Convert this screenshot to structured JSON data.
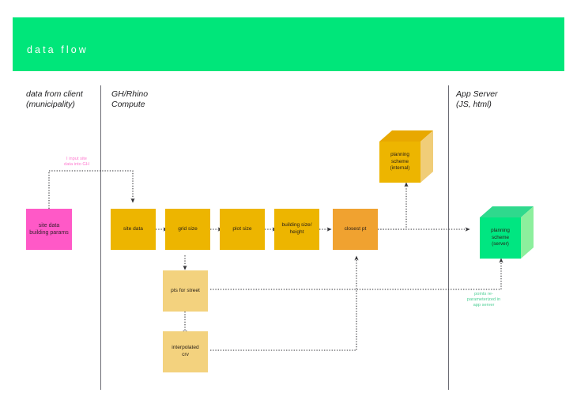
{
  "header": {
    "title": "data flow",
    "bar_color": "#00e67a",
    "title_color": "#ffffff"
  },
  "lanes": [
    {
      "id": "client",
      "caption": "data from client\n(municipality)"
    },
    {
      "id": "gh_rhino",
      "caption": "GH/Rhino\nCompute"
    },
    {
      "id": "app_server",
      "caption": "App Server\n(JS, html)"
    }
  ],
  "nodes": [
    {
      "id": "site-data-building-params",
      "label": "site data\nbuilding params",
      "kind": "flat",
      "color": "#ff59c7",
      "lane": "client"
    },
    {
      "id": "site-data",
      "label": "site data",
      "kind": "flat",
      "color": "#edb500",
      "lane": "gh_rhino"
    },
    {
      "id": "grid-size",
      "label": "grid size",
      "kind": "flat",
      "color": "#edb500",
      "lane": "gh_rhino"
    },
    {
      "id": "plot-size",
      "label": "plot size",
      "kind": "flat",
      "color": "#edb500",
      "lane": "gh_rhino"
    },
    {
      "id": "building-size-height",
      "label": "building size/\nheight",
      "kind": "flat",
      "color": "#edb500",
      "lane": "gh_rhino"
    },
    {
      "id": "closest-pt",
      "label": "closest pt",
      "kind": "flat",
      "color": "#f0a230",
      "lane": "gh_rhino"
    },
    {
      "id": "pts-for-street",
      "label": "pts for street",
      "kind": "flat",
      "color": "#f3d27e",
      "lane": "gh_rhino"
    },
    {
      "id": "interpolated-crv",
      "label": "interpolated\ncrv",
      "kind": "flat",
      "color": "#f3d27e",
      "lane": "gh_rhino"
    },
    {
      "id": "planning-scheme-internal",
      "label": "planning\nscheme\n(internal)",
      "kind": "volume",
      "color": "#edb500",
      "lane": "gh_rhino"
    },
    {
      "id": "planning-scheme-server",
      "label": "planning\nscheme\n(server)",
      "kind": "volume",
      "color": "#00e681",
      "lane": "app_server"
    }
  ],
  "annotations": [
    {
      "id": "note-input-site-data",
      "text": "I input site\ndata into GH",
      "color": "#ff7bd0"
    },
    {
      "id": "note-reparameterized",
      "text": "points re-\nparameterized in\napp server",
      "color": "#4dcf95"
    }
  ],
  "colors": {
    "background": "#ffffff",
    "accent_green": "#00e67a",
    "yellow": "#edb500",
    "orange": "#f0a230",
    "tan": "#f3d27e",
    "pink": "#ff59c7",
    "wire": "#303034",
    "divider": "#6b6b73"
  }
}
